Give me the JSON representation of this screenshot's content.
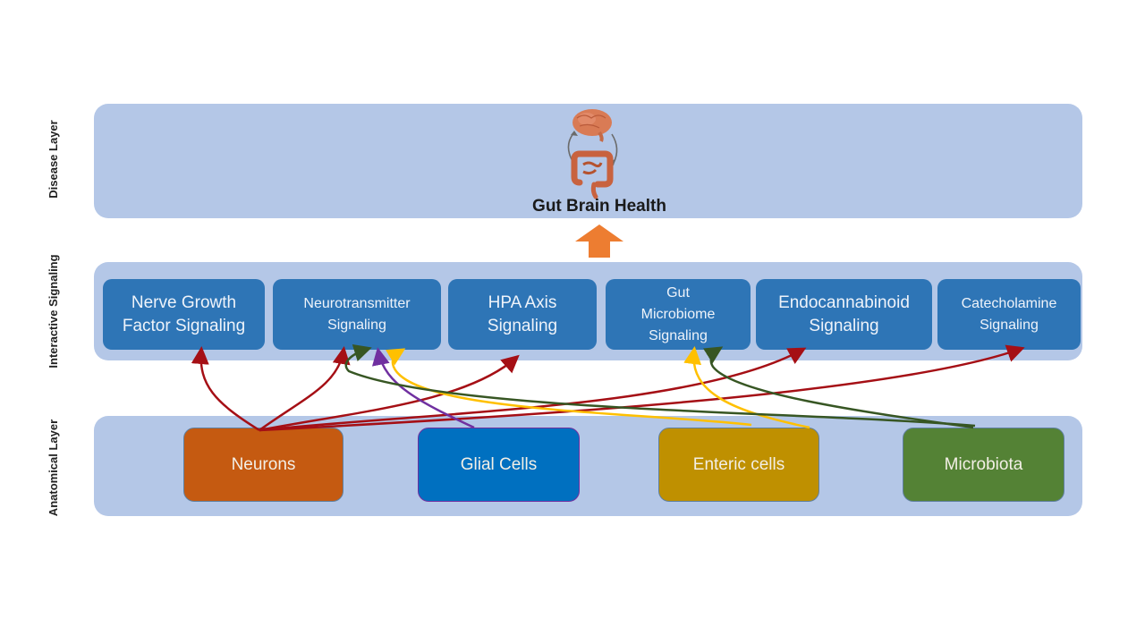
{
  "layers": {
    "disease": "Disease Layer",
    "interactive": "Interactive Signaling",
    "anatomical": "Anatomical Layer"
  },
  "disease_layer": {
    "icon": "gut-brain-axis-icon",
    "title": "Gut Brain Health"
  },
  "signaling": [
    {
      "id": "ngf",
      "label": "Nerve Growth Factor Signaling"
    },
    {
      "id": "nt",
      "label": "Neurotransmitter Signaling"
    },
    {
      "id": "hpa",
      "label": "HPA Axis Signaling"
    },
    {
      "id": "gm",
      "label": "Gut Microbiome Signaling"
    },
    {
      "id": "ecb",
      "label": "Endocannabinoid Signaling"
    },
    {
      "id": "ca",
      "label": "Catecholamine Signaling"
    }
  ],
  "anatomical": [
    {
      "id": "neurons",
      "label": "Neurons",
      "color": "#c55a11"
    },
    {
      "id": "glial",
      "label": "Glial Cells",
      "color": "#0070c0"
    },
    {
      "id": "enteric",
      "label": "Enteric cells",
      "color": "#bf9000"
    },
    {
      "id": "microbiota",
      "label": "Microbiota",
      "color": "#548235"
    }
  ],
  "colors": {
    "band": "#b4c7e7",
    "signal_box": "#2e75b6",
    "up_arrow": "#ed7d31",
    "neurons_arrow": "#a50f15",
    "glial_arrow": "#7030a0",
    "enteric_arrow": "#ffc000",
    "microbiota_arrow": "#375623"
  },
  "connections": [
    {
      "from": "neurons",
      "to": "ngf"
    },
    {
      "from": "neurons",
      "to": "nt"
    },
    {
      "from": "neurons",
      "to": "hpa"
    },
    {
      "from": "neurons",
      "to": "ecb"
    },
    {
      "from": "neurons",
      "to": "ca"
    },
    {
      "from": "glial",
      "to": "nt"
    },
    {
      "from": "enteric",
      "to": "nt"
    },
    {
      "from": "enteric",
      "to": "gm"
    },
    {
      "from": "microbiota",
      "to": "nt"
    },
    {
      "from": "microbiota",
      "to": "gm"
    }
  ]
}
